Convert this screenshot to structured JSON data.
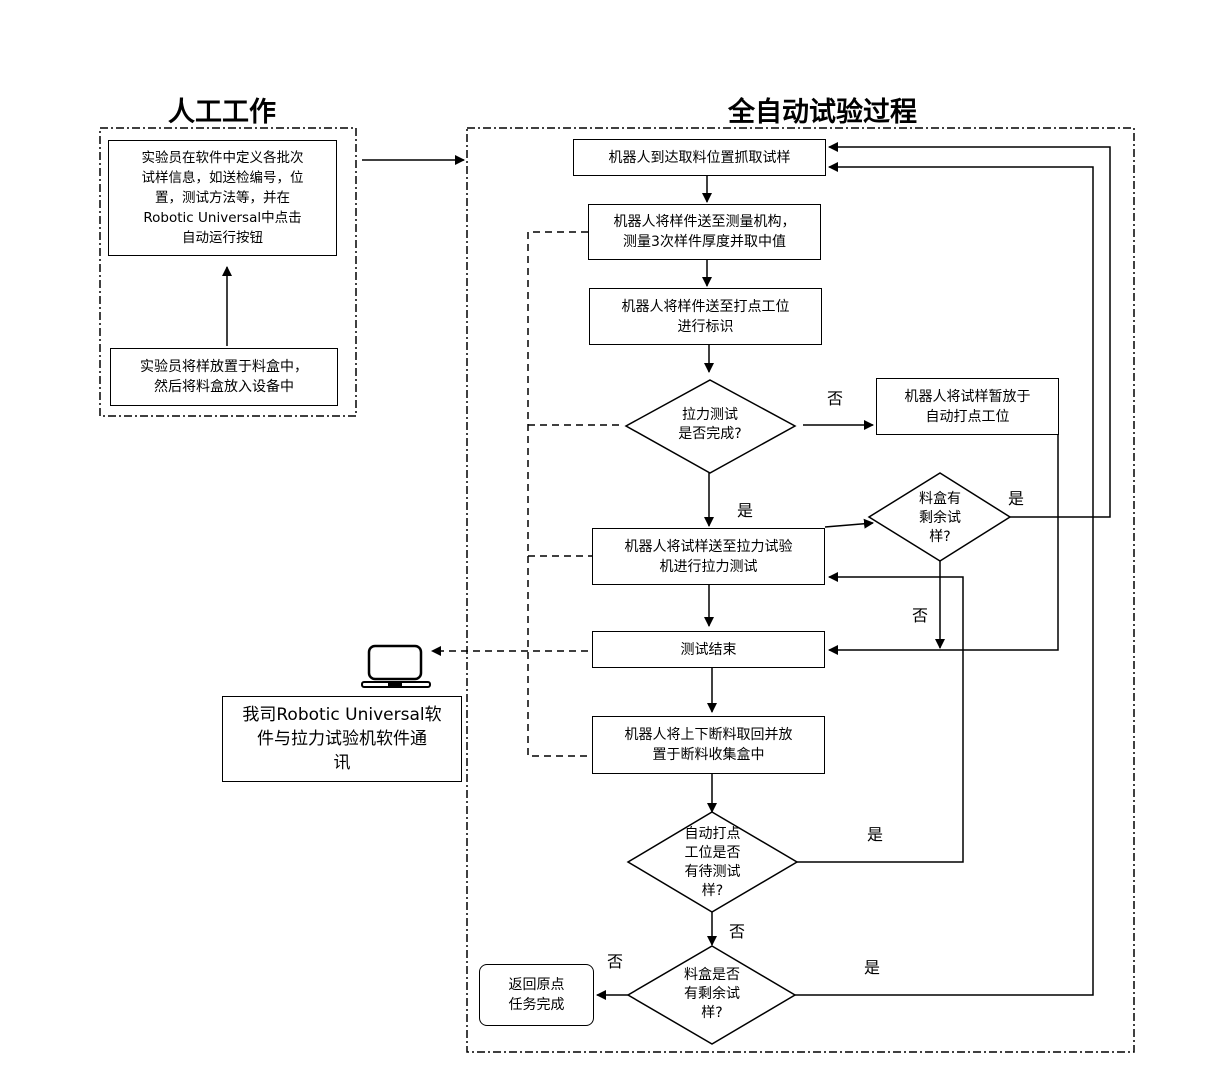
{
  "titles": {
    "manual": "人工工作",
    "auto": "全自动试验过程"
  },
  "manual": {
    "define_info": "实验员在软件中定义各批次\n试样信息，如送检编号，位\n置，测试方法等，并在\nRobotic Universal中点击\n自动运行按钮",
    "place_sample": "实验员将样放置于料盒中，\n然后将料盒放入设备中"
  },
  "comm_box": "我司Robotic Universal软\n件与拉力试验机软件通\n讯",
  "steps": {
    "grab": "机器人到达取料位置抓取试样",
    "measure": "机器人将样件送至测量机构，\n测量3次样件厚度并取中值",
    "mark": "机器人将样件送至打点工位\n进行标识",
    "tensile_done": "拉力测试\n是否完成?",
    "park": "机器人将试样暂放于\n自动打点工位",
    "box_left_1": "料盒有\n剩余试\n样?",
    "send_tensile": "机器人将试样送至拉力试验\n机进行拉力测试",
    "test_end": "测试结束",
    "collect": "机器人将上下断料取回并放\n置于断料收集盒中",
    "station_waiting": "自动打点\n工位是否\n有待测试\n样?",
    "box_left_2": "料盒是否\n有剩余试\n样?",
    "return_home": "返回原点\n任务完成"
  },
  "labels": {
    "no_1": "否",
    "yes_1": "是",
    "yes_2": "是",
    "no_2": "否",
    "yes_3": "是",
    "no_3": "否",
    "no_4": "否",
    "yes_4": "是"
  }
}
